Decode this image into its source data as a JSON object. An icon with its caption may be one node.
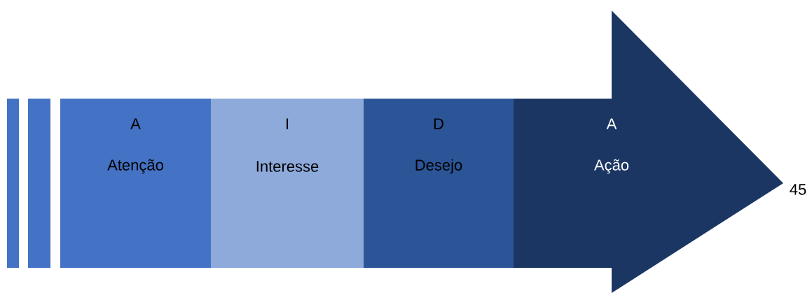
{
  "diagram": {
    "nodes": [
      {
        "text": [
          "A",
          "Atenção"
        ]
      },
      {
        "text": [
          "I",
          "Interesse"
        ]
      },
      {
        "text": [
          "D",
          "Desejo"
        ]
      },
      {
        "text": [
          "A",
          "Ação"
        ]
      }
    ],
    "labels": [
      "45"
    ]
  }
}
